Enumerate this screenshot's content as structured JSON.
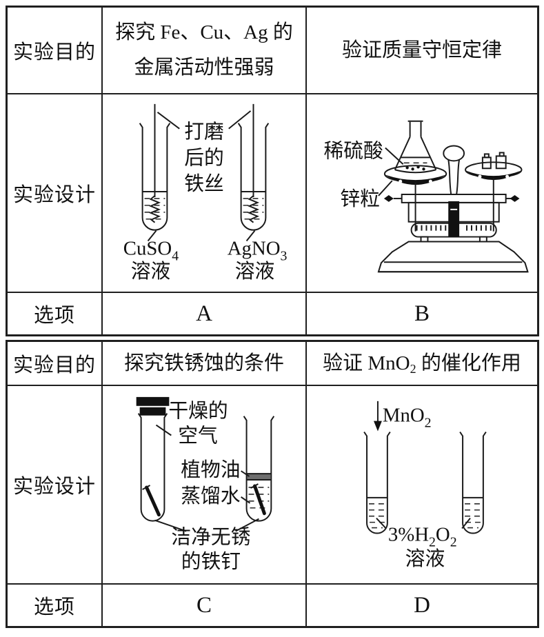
{
  "headers": {
    "purpose": "实验目的",
    "design": "实验设计",
    "option": "选项"
  },
  "exp_a": {
    "purpose_l1": "探究 Fe、Cu、Ag 的",
    "purpose_l2": "金属活动性强弱",
    "option": "A",
    "wire_label": [
      "打磨",
      "后的",
      "铁丝"
    ],
    "tube1": {
      "formula": "CuSO",
      "sub": "4",
      "caption": "溶液"
    },
    "tube2": {
      "formula": "AgNO",
      "sub": "3",
      "caption": "溶液"
    }
  },
  "exp_b": {
    "purpose": "验证质量守恒定律",
    "option": "B",
    "acid_label": "稀硫酸",
    "zinc_label": "锌粒"
  },
  "exp_c": {
    "purpose": "探究铁锈蚀的条件",
    "option": "C",
    "air_label": [
      "干燥的",
      "空气"
    ],
    "oil_label": "植物油",
    "water_label": "蒸馏水",
    "nail_label": [
      "洁净无锈",
      "的铁钉"
    ]
  },
  "exp_d": {
    "purpose_pre": "验证 MnO",
    "purpose_sub": "2",
    "purpose_post": " 的催化作用",
    "option": "D",
    "mno2": {
      "base": "MnO",
      "sub": "2"
    },
    "h2o2": {
      "pre": "3%H",
      "sub1": "2",
      "mid": "O",
      "sub2": "2"
    },
    "solution": "溶液"
  }
}
